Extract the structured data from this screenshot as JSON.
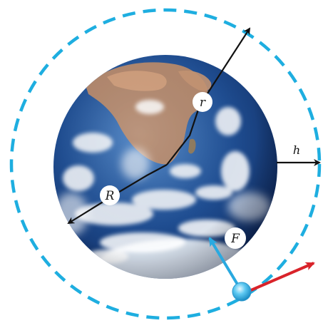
{
  "labels": {
    "orbit_radius": "r",
    "earth_radius": "R",
    "altitude": "h",
    "force": "F"
  },
  "colors": {
    "orbit": "#1eaee0",
    "satellite": "#5ec9f2",
    "force_arrow": "#29a9e0",
    "velocity_arrow": "#d9232a",
    "radius_arrows": "#111111",
    "label_bubble": "#ffffff"
  }
}
